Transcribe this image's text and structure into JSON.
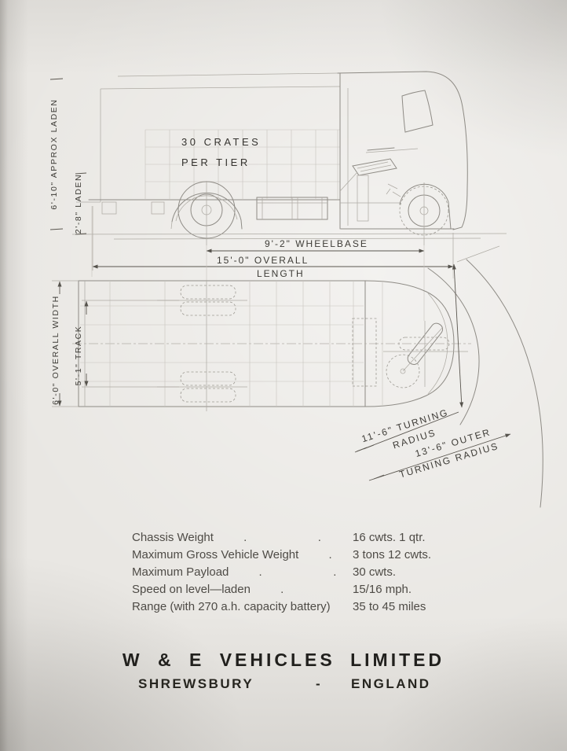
{
  "side_view": {
    "crates_line1": "30 CRATES",
    "crates_line2": "PER TIER",
    "wheelbase": "9'-2\" WHEELBASE",
    "overall_length_line1": "15'-0\" OVERALL",
    "overall_length_line2": "LENGTH",
    "laden_height": "6'-10\" APPROX LADEN",
    "loading_height": "2'-8\" LADEN"
  },
  "plan_view": {
    "overall_width": "6'-0\" OVERALL WIDTH",
    "track": "5'-1\" TRACK",
    "turning_radius_line1": "11'-6\" TURNING",
    "turning_radius_line2": "RADIUS",
    "outer_turning_radius_line1": "13'-6\" OUTER",
    "outer_turning_radius_line2": "TURNING RADIUS"
  },
  "specs": {
    "leader_dots": " .   .   .   .   .   .   .   .   .   .   .   .",
    "rows": [
      {
        "label": "Chassis Weight",
        "value": "16 cwts. 1 qtr."
      },
      {
        "label": "Maximum Gross Vehicle Weight",
        "value": "3 tons 12 cwts."
      },
      {
        "label": "Maximum Payload",
        "value": "30 cwts."
      },
      {
        "label": "Speed on level—laden",
        "value": "15/16 mph."
      },
      {
        "label": "Range (with 270 a.h. capacity battery)",
        "value": "35 to 45 miles"
      }
    ]
  },
  "footer": {
    "company": "W & E VEHICLES LIMITED",
    "city": "SHREWSBURY",
    "separator": "-",
    "country": "ENGLAND"
  },
  "colors": {
    "paper": "#e9e7e3",
    "pencil_line": "#8e8b85",
    "ink_text": "#3e3c37",
    "footer_ink": "#21201d"
  }
}
